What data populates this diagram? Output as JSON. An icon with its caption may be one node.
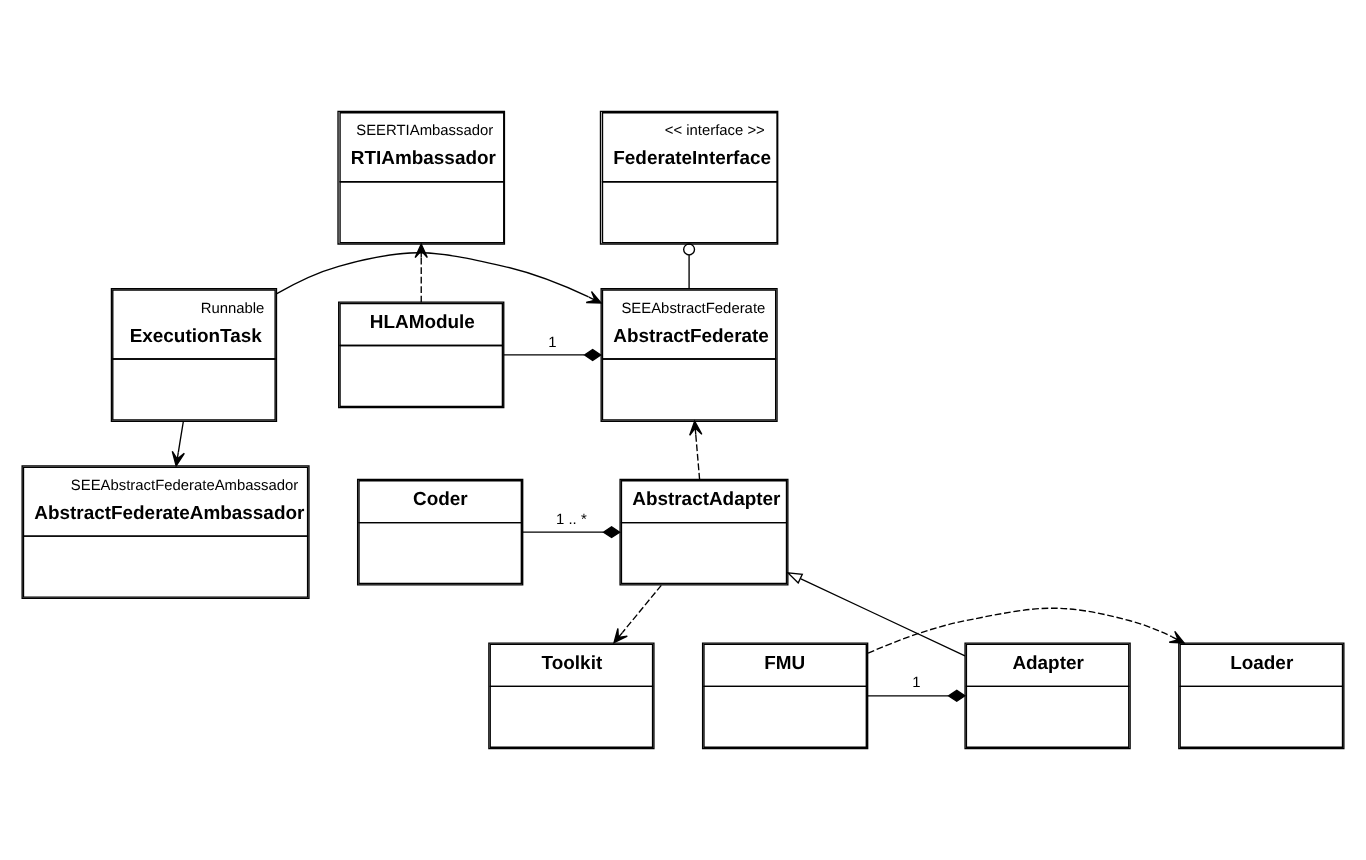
{
  "diagram": {
    "nodes": [
      {
        "text": [
          "<< interface >>",
          "FederateInterface"
        ]
      },
      {
        "text": [
          "SEERTIAmbassador",
          "RTIAmbassador"
        ]
      },
      {
        "text": [
          "Runnable",
          "ExecutionTask"
        ]
      },
      {
        "text": [
          "SEEAbstractFederate",
          "AbstractFederate"
        ]
      },
      {
        "text": [
          "HLAModule"
        ]
      },
      {
        "text": [
          "SEEAbstractFederateAmbassador",
          "AbstractFederateAmbassador"
        ]
      },
      {
        "text": [
          "AbstractAdapter"
        ]
      },
      {
        "text": [
          "Coder"
        ]
      },
      {
        "text": [
          "Toolkit"
        ]
      },
      {
        "text": [
          "Loader"
        ]
      },
      {
        "text": [
          "FMU"
        ]
      },
      {
        "text": [
          "Adapter"
        ]
      }
    ],
    "edges": [
      {
        "from": 3,
        "to": 0,
        "arrow": "other"
      },
      {
        "from": 4,
        "to": 1,
        "arrow": "to",
        "style": "dashed"
      },
      {
        "from": 2,
        "to": 3,
        "arrow": "to"
      },
      {
        "from": 4,
        "to": 3,
        "arrow": "other",
        "label": "1"
      },
      {
        "from": 2,
        "to": 5,
        "arrow": "to"
      },
      {
        "from": 6,
        "to": 3,
        "arrow": "to",
        "style": "dashed"
      },
      {
        "from": 7,
        "to": 6,
        "arrow": "other",
        "label": "1 .. *"
      },
      {
        "from": 6,
        "to": 8,
        "arrow": "to",
        "style": "dashed"
      },
      {
        "from": 11,
        "to": 6,
        "arrow": "to"
      },
      {
        "from": 10,
        "to": 9,
        "arrow": "to",
        "style": "dashed"
      },
      {
        "from": 10,
        "to": 11,
        "arrow": "other",
        "label": "1"
      }
    ]
  }
}
